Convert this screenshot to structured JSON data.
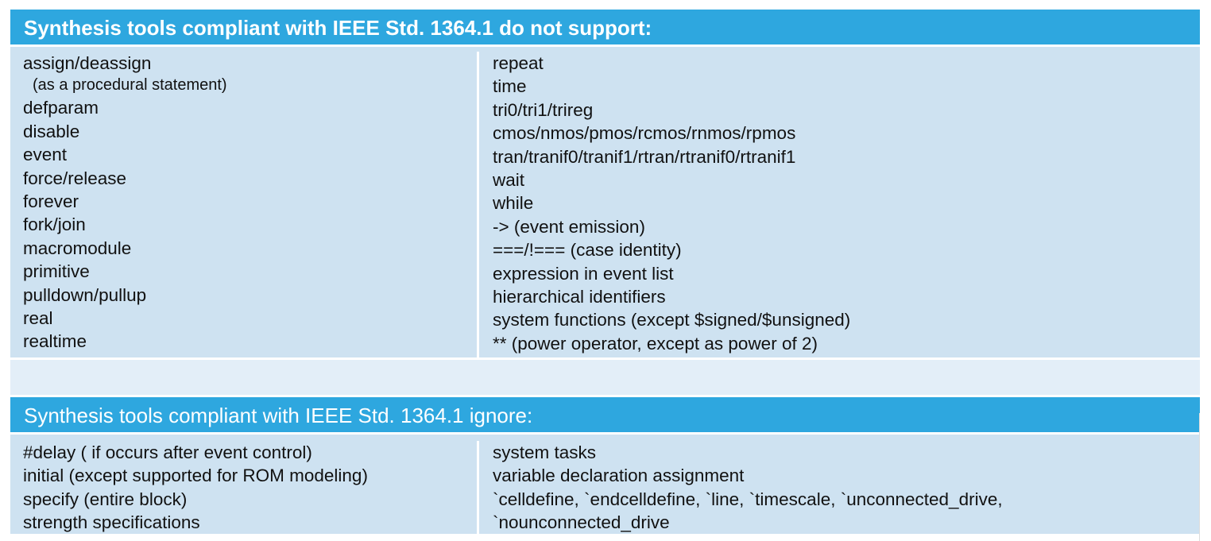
{
  "section1": {
    "title": "Synthesis tools compliant with IEEE Std. 1364.1 do not support:",
    "left_items": [
      "assign/deassign",
      "(as a procedural statement)",
      "defparam",
      "disable",
      "event",
      "force/release",
      "forever",
      "fork/join",
      "macromodule",
      "primitive",
      "pulldown/pullup",
      "real",
      "realtime"
    ],
    "right_items": [
      "repeat",
      "time",
      "tri0/tri1/trireg",
      "cmos/nmos/pmos/rcmos/rnmos/rpmos",
      "tran/tranif0/tranif1/rtran/rtranif0/rtranif1",
      "wait",
      "while",
      "-> (event emission)",
      "===/!=== (case identity)",
      "expression in event list",
      "hierarchical identifiers",
      "system functions (except $signed/$unsigned)",
      "** (power operator, except as power of 2)"
    ]
  },
  "section2": {
    "title": "Synthesis tools compliant with IEEE Std. 1364.1 ignore:",
    "left_items": [
      "#delay ( if occurs after event control)",
      "initial (except supported for ROM modeling)",
      "specify (entire block)",
      "strength specifications"
    ],
    "right_items": [
      "system tasks",
      "variable declaration assignment",
      "`celldefine, `endcelldefine, `line, `timescale, `unconnected_drive,",
      "`nounconnected_drive"
    ]
  },
  "colors": {
    "header_bg": "#2ea7df",
    "cell_bg": "#cee2f1",
    "spacer_bg": "#e3eef8"
  }
}
